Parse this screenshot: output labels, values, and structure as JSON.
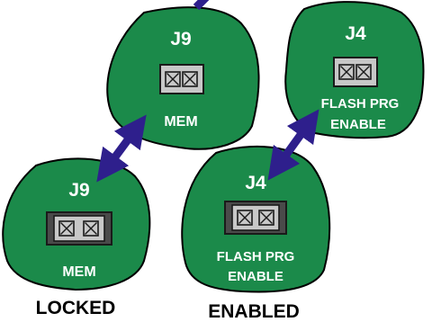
{
  "colors": {
    "board_fill": "#1b8a4a",
    "board_outline": "#000000",
    "arrow": "#2e1f8c",
    "header_outline": "#1a1a1a",
    "header_light": "#c8c8c8",
    "shunt_dark": "#4a4a4a",
    "label_text": "#ffffff",
    "caption_text": "#000000"
  },
  "icons": {
    "pin": "pin-cross-icon",
    "arrow": "double-arrow-icon"
  },
  "boards": {
    "j9_top": {
      "name": "J9",
      "label": "MEM"
    },
    "j4_top": {
      "name": "J4",
      "label_line1": "FLASH PRG",
      "label_line2": "ENABLE"
    },
    "j9_bottom": {
      "name": "J9",
      "label": "MEM"
    },
    "j4_bottom": {
      "name": "J4",
      "label_line1": "FLASH PRG",
      "label_line2": "ENABLE"
    }
  },
  "captions": {
    "locked": "LOCKED",
    "enabled": "ENABLED"
  }
}
